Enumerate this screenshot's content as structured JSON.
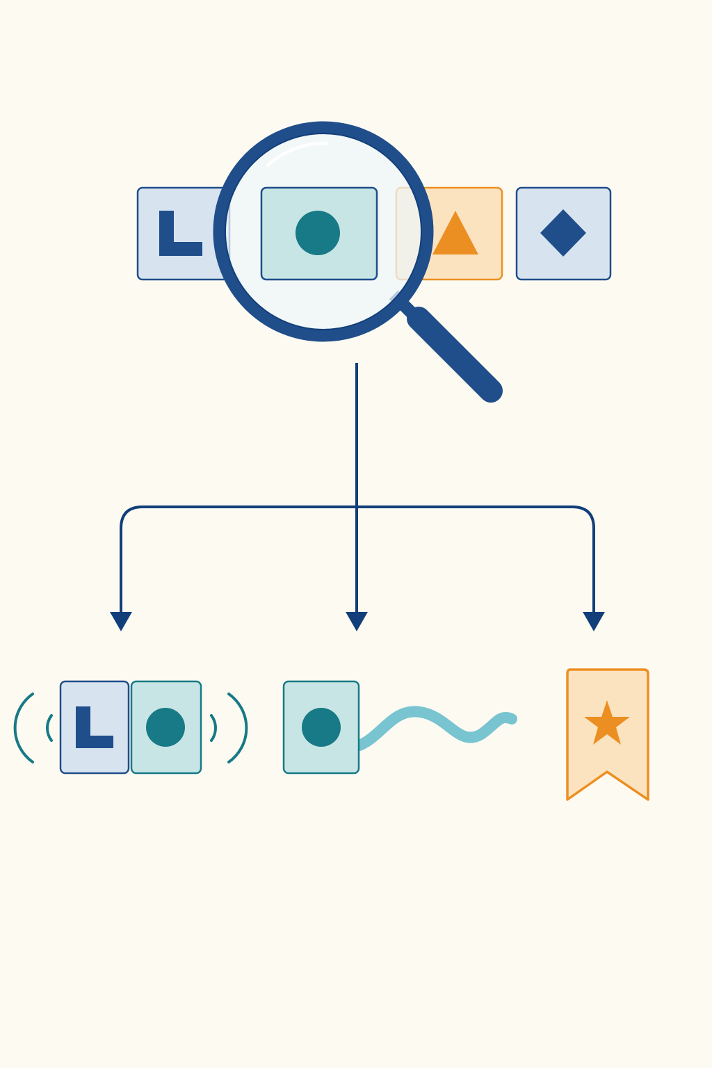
{
  "colors": {
    "background": "#FDFAF2",
    "navy": "#1F4E8A",
    "navy_dark": "#123F7A",
    "teal": "#177A86",
    "teal_fill": "#C7E5E5",
    "blue_fill": "#D8E3F0",
    "orange": "#EC8F22",
    "orange_fill": "#FCE3C0",
    "wave": "#78C4D0",
    "lens": "#EEF6F8"
  },
  "sequence": {
    "tokens": [
      {
        "kind": "l-shape",
        "fill": "blue_fill"
      },
      {
        "kind": "circle",
        "fill": "teal_fill"
      },
      {
        "kind": "triangle",
        "fill": "orange_fill"
      },
      {
        "kind": "diamond",
        "fill": "blue_fill"
      }
    ],
    "focused_index": 1
  },
  "inspector": {
    "icon": "magnifying-glass-icon"
  },
  "branches": [
    {
      "icon": "arrow-down-icon",
      "target": "pair"
    },
    {
      "icon": "arrow-down-icon",
      "target": "trail"
    },
    {
      "icon": "arrow-down-icon",
      "target": "bookmark"
    }
  ],
  "outputs": {
    "pair": {
      "tokens": [
        "l-shape",
        "circle"
      ],
      "icon": "sound-waves-icon"
    },
    "trail": {
      "tokens": [
        "circle"
      ],
      "icon": "wave-trail-icon"
    },
    "bookmark": {
      "icon": "bookmark-star-icon"
    }
  }
}
